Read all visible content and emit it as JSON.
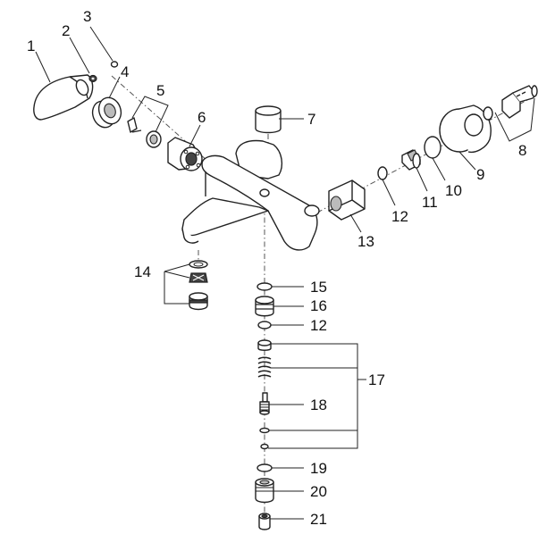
{
  "diagram": {
    "callouts": [
      {
        "id": "1",
        "label": "1"
      },
      {
        "id": "2",
        "label": "2"
      },
      {
        "id": "3",
        "label": "3"
      },
      {
        "id": "4",
        "label": "4"
      },
      {
        "id": "5",
        "label": "5"
      },
      {
        "id": "6",
        "label": "6"
      },
      {
        "id": "7",
        "label": "7"
      },
      {
        "id": "8",
        "label": "8"
      },
      {
        "id": "9",
        "label": "9"
      },
      {
        "id": "10",
        "label": "10"
      },
      {
        "id": "11",
        "label": "11"
      },
      {
        "id": "12a",
        "label": "12"
      },
      {
        "id": "13",
        "label": "13"
      },
      {
        "id": "14",
        "label": "14"
      },
      {
        "id": "15",
        "label": "15"
      },
      {
        "id": "16",
        "label": "16"
      },
      {
        "id": "12b",
        "label": "12"
      },
      {
        "id": "17",
        "label": "17"
      },
      {
        "id": "18",
        "label": "18"
      },
      {
        "id": "19",
        "label": "19"
      },
      {
        "id": "20",
        "label": "20"
      },
      {
        "id": "21",
        "label": "21"
      }
    ]
  }
}
